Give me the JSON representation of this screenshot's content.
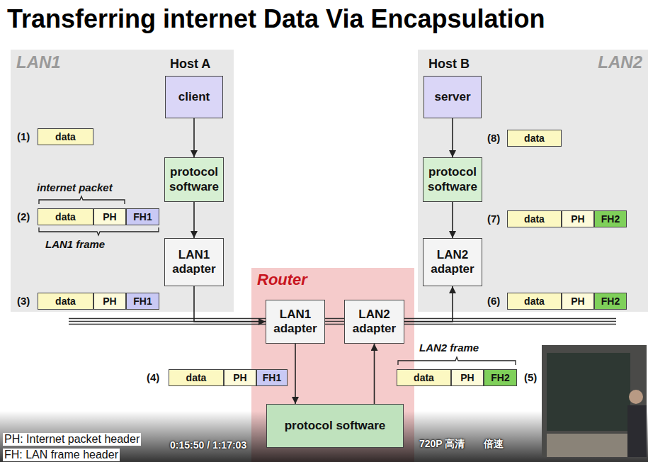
{
  "diagram": {
    "title": "Transferring internet Data Via Encapsulation",
    "nodes": [
      {
        "text": [
          "LAN1"
        ]
      },
      {
        "text": [
          "client"
        ],
        "in": 0
      },
      {
        "text": [
          "protocol software"
        ],
        "in": 0
      },
      {
        "text": [
          "LAN1 adapter"
        ],
        "in": 0
      },
      {
        "text": [
          "data"
        ],
        "in": 0
      },
      {
        "text": [
          "data"
        ],
        "in": 0
      },
      {
        "text": [
          "PH"
        ],
        "in": 0
      },
      {
        "text": [
          "FH1"
        ],
        "in": 0
      },
      {
        "text": [
          "data"
        ],
        "in": 0
      },
      {
        "text": [
          "PH"
        ],
        "in": 0
      },
      {
        "text": [
          "FH1"
        ],
        "in": 0
      },
      {
        "text": [
          "LAN2"
        ]
      },
      {
        "text": [
          "server"
        ],
        "in": 11
      },
      {
        "text": [
          "protocol software"
        ],
        "in": 11
      },
      {
        "text": [
          "LAN2 adapter"
        ],
        "in": 11
      },
      {
        "text": [
          "data"
        ],
        "in": 11
      },
      {
        "text": [
          "data"
        ],
        "in": 11
      },
      {
        "text": [
          "PH"
        ],
        "in": 11
      },
      {
        "text": [
          "FH2"
        ],
        "in": 11
      },
      {
        "text": [
          "data"
        ],
        "in": 11
      },
      {
        "text": [
          "PH"
        ],
        "in": 11
      },
      {
        "text": [
          "FH2"
        ],
        "in": 11
      },
      {
        "text": [
          "Router"
        ]
      },
      {
        "text": [
          "LAN1 adapter"
        ],
        "in": 22
      },
      {
        "text": [
          "LAN2 adapter"
        ],
        "in": 22
      },
      {
        "text": [
          "protocol software"
        ],
        "in": 22
      },
      {
        "text": [
          "data"
        ]
      },
      {
        "text": [
          "PH"
        ]
      },
      {
        "text": [
          "FH1"
        ]
      },
      {
        "text": [
          "data"
        ]
      },
      {
        "text": [
          "PH"
        ]
      },
      {
        "text": [
          "FH2"
        ]
      }
    ],
    "edges": [
      {
        "from": 1,
        "to": 2,
        "arrow": "to"
      },
      {
        "from": 2,
        "to": 3,
        "arrow": "to"
      },
      {
        "from": 3,
        "to": 23,
        "arrow": "to"
      },
      {
        "from": 23,
        "to": 25,
        "arrow": "to"
      },
      {
        "from": 25,
        "to": 24,
        "arrow": "to"
      },
      {
        "from": 24,
        "to": 14,
        "arrow": "to"
      },
      {
        "from": 12,
        "to": 13,
        "arrow": "to"
      },
      {
        "from": 13,
        "to": 14,
        "arrow": "to"
      }
    ],
    "labels": [
      "Host A",
      "Host B",
      "(1)",
      "internet packet",
      "(2)",
      "LAN1 frame",
      "(3)",
      "(4)",
      "(5)",
      "LAN2 frame",
      "(6)",
      "(7)",
      "(8)",
      "PH: Internet packet header",
      "FH: LAN frame header",
      "0:15:50 / 1:17:03",
      "720P 高清",
      "倍速"
    ]
  }
}
